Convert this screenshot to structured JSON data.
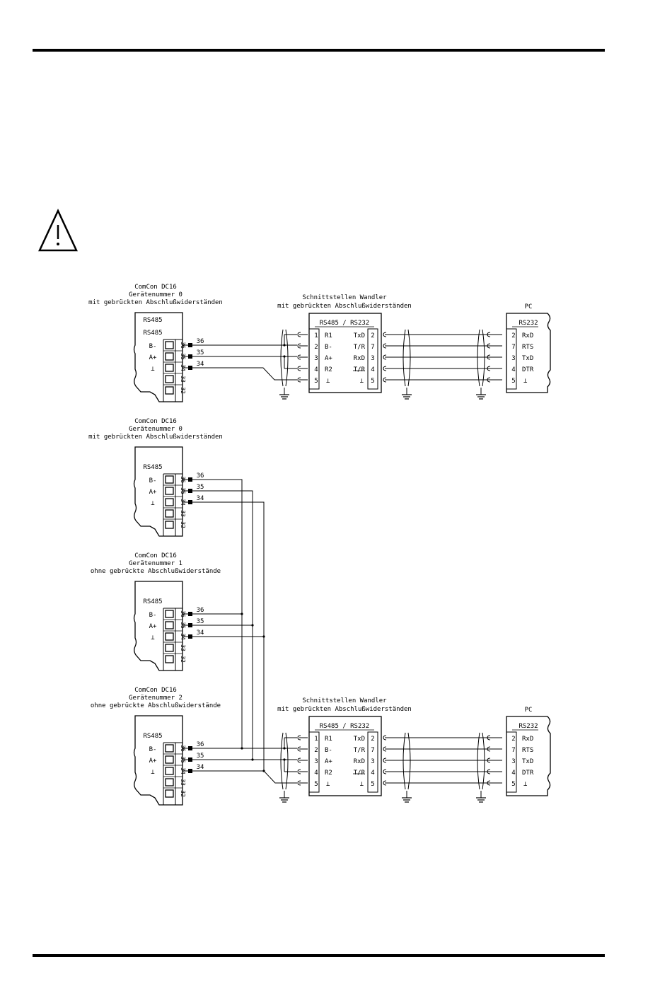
{
  "device_title": "ComCon DC16",
  "device_nr_0": "Gerätenummer 0",
  "device_nr_1": "Gerätenummer 1",
  "device_nr_2": "Gerätenummer 2",
  "with_resistors": "mit gebrückten Abschlußwiderständen",
  "without_resistors": "ohne gebrückte Abschlußwiderstände",
  "rs485": "RS485",
  "rs232": "RS232",
  "pc": "PC",
  "converter_title": "Schnittstellen Wandler",
  "converter_header": "RS485 / RS232",
  "device_pins": {
    "labels": [
      "B-",
      "A+",
      "⊥"
    ],
    "terminal_numbers": [
      "36",
      "35",
      "34",
      "33",
      "32"
    ],
    "wire_numbers": [
      "36",
      "35",
      "34"
    ]
  },
  "converter_left": {
    "nums": [
      "1",
      "2",
      "3",
      "4",
      "5"
    ],
    "names": [
      "R1",
      "B-",
      "A+",
      "R2",
      "⊥"
    ]
  },
  "converter_right": {
    "names": [
      "TxD",
      "T/R",
      "RxD",
      "T/R",
      "⊥"
    ],
    "nums": [
      "2",
      "7",
      "3",
      "4",
      "5"
    ]
  },
  "pc_pins": {
    "nums": [
      "2",
      "7",
      "3",
      "4",
      "5"
    ],
    "names": [
      "RxD",
      "RTS",
      "TxD",
      "DTR",
      "⊥"
    ]
  }
}
